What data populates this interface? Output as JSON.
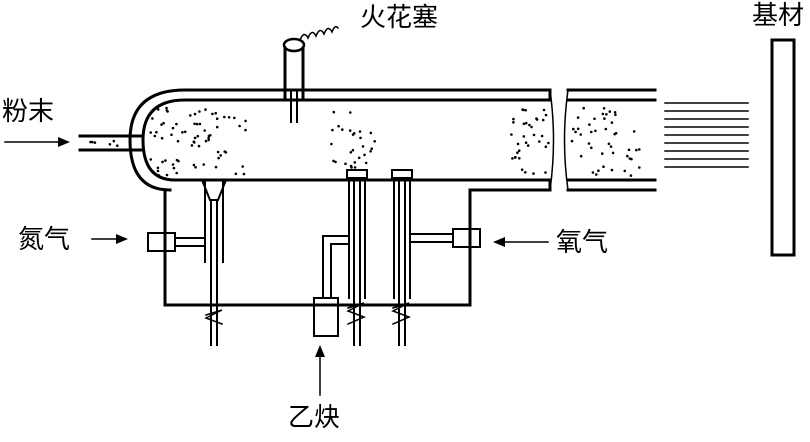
{
  "labels": {
    "spark_plug": "火花塞",
    "substrate": "基材",
    "powder": "粉末",
    "nitrogen": "氮气",
    "oxygen": "氧气",
    "acetylene": "乙炔"
  },
  "colors": {
    "line": "#000000",
    "background": "#ffffff"
  }
}
